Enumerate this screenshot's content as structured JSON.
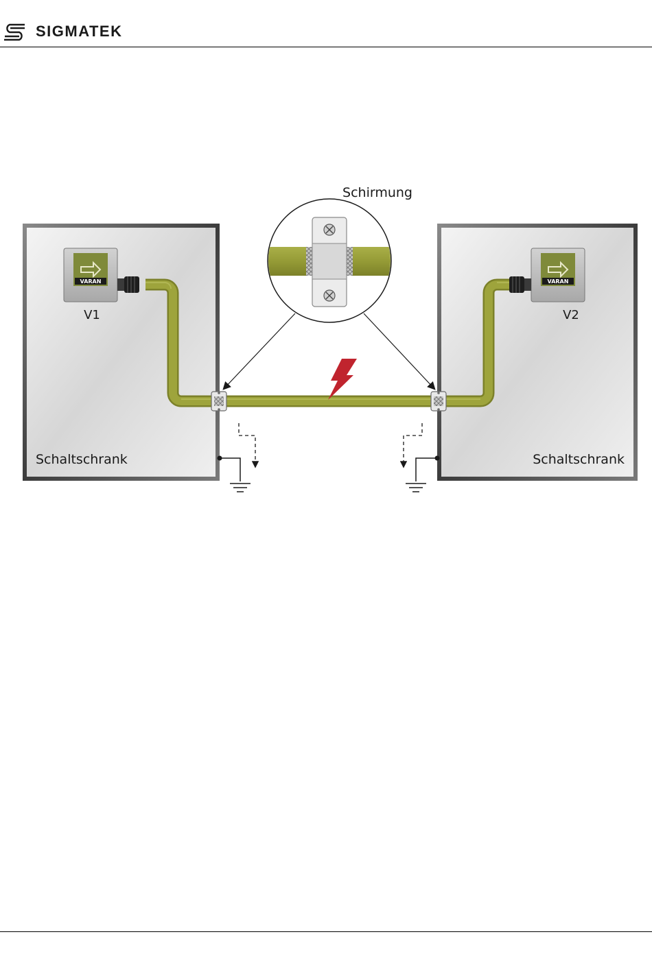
{
  "header": {
    "brand_name": "SIGMATEK",
    "logo_icon": "sigmatek-logo-icon"
  },
  "diagram": {
    "shield_label": "Schirmung",
    "device_left_label": "V1",
    "device_right_label": "V2",
    "cabinet_left_label": "Schaltschrank",
    "cabinet_right_label": "Schaltschrank",
    "device_badge_text": "VARAN",
    "colors": {
      "cable": "#9aa03a",
      "cable_dark": "#7d8230",
      "lightning": "#c0242e",
      "cabinet_frame": "#5a5a5a",
      "cabinet_fill": "#e4e4e4"
    }
  }
}
